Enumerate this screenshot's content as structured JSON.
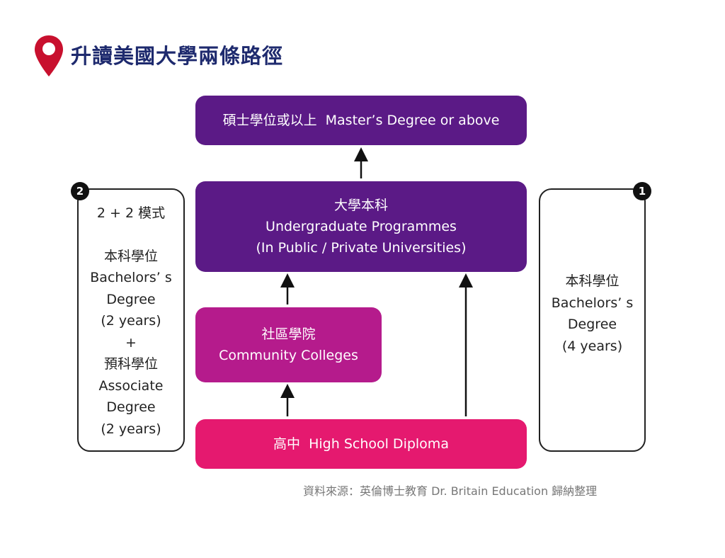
{
  "title": "升讀美國大學兩條路徑",
  "colors": {
    "master": "#5b1a86",
    "undergrad": "#5b1a86",
    "community": "#b51b8c",
    "highschool": "#e5196f",
    "title": "#1e2a6e",
    "pin": "#c8102e"
  },
  "boxes": {
    "master": "碩士學位或以上  Master’s Degree or above",
    "undergrad": {
      "line1": "大學本科",
      "line2": "Undergraduate Programmes",
      "line3": "(In Public / Private Universities)"
    },
    "community": {
      "line1": "社區學院",
      "line2": "Community Colleges"
    },
    "highschool": "高中  High School Diploma"
  },
  "path2": {
    "badge": "2",
    "lines": [
      "2 + 2 模式",
      "",
      "本科學位",
      "Bachelors’ s",
      "Degree",
      "(2 years)",
      "+",
      "預科學位",
      "Associate",
      "Degree",
      "(2 years)"
    ]
  },
  "path1": {
    "badge": "1",
    "lines": [
      "本科學位",
      "Bachelors’ s",
      "Degree",
      "(4 years)"
    ]
  },
  "source": "資料來源：英倫博士教育 Dr. Britain Education 歸納整理"
}
